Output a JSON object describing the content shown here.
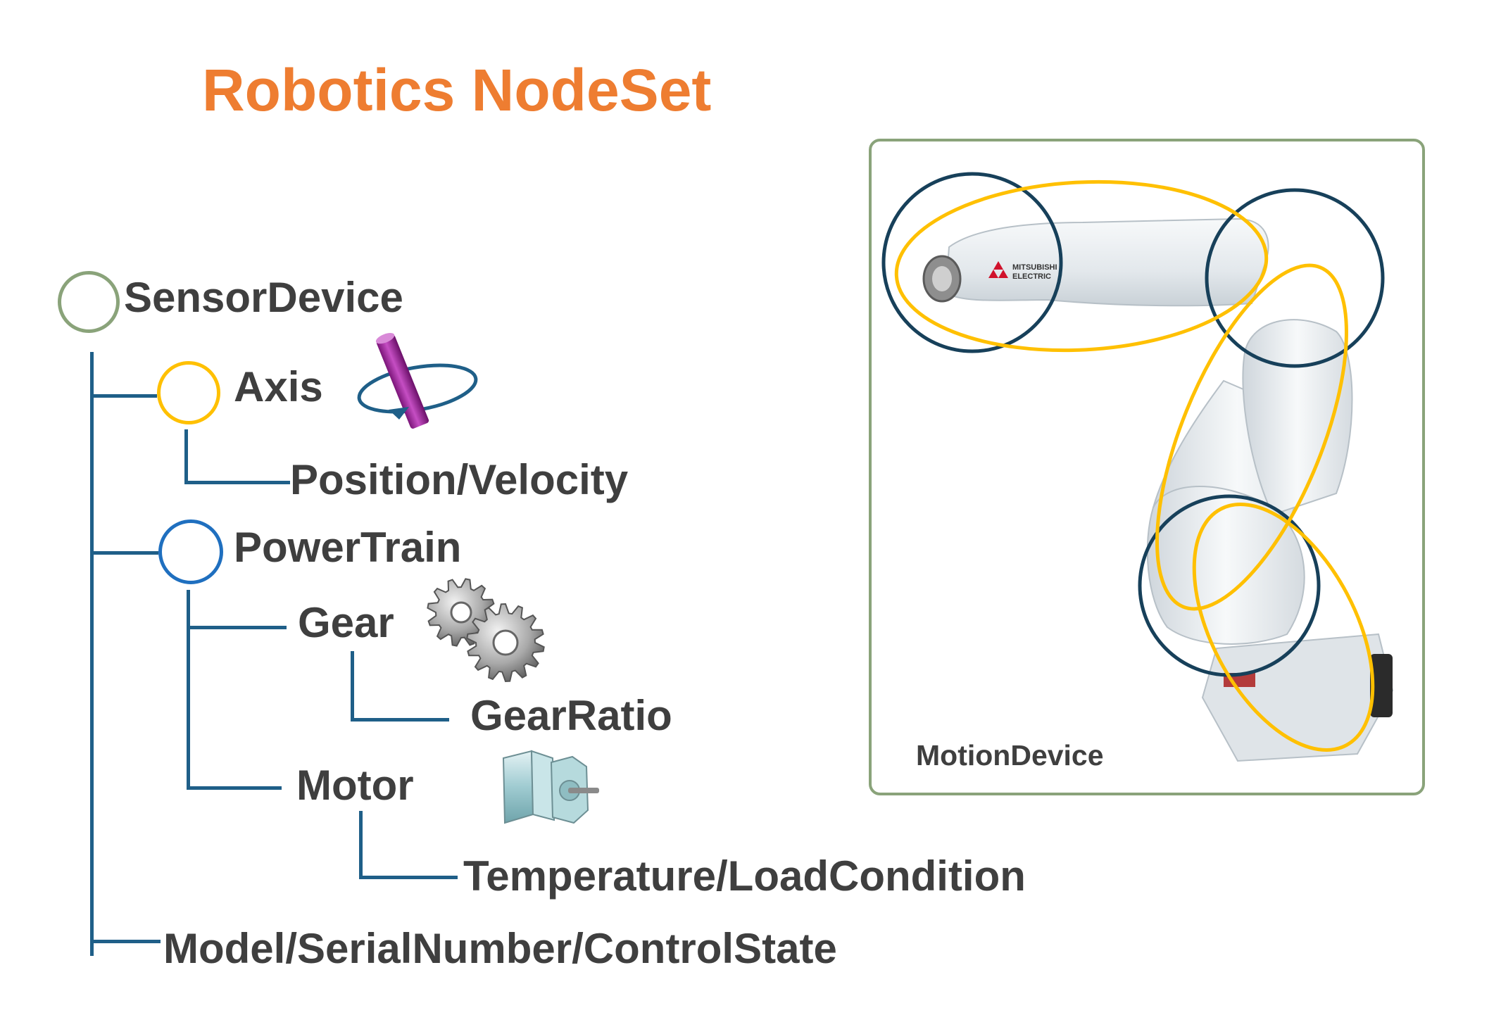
{
  "title": "Robotics NodeSet",
  "colors": {
    "title": "#ee7d31",
    "text": "#3f3f3f",
    "tree_line": "#1f5f88",
    "sensor_node": "#8aa37a",
    "axis_node": "#ffc000",
    "powertrain_node": "#1f6fbf",
    "joint_circle": "#17405a",
    "link_ellipse": "#ffc000",
    "panel_border": "#8aa37a"
  },
  "tree": {
    "sensor_device": "SensorDevice",
    "axis": "Axis",
    "position_velocity": "Position/Velocity",
    "power_train": "PowerTrain",
    "gear": "Gear",
    "gear_ratio": "GearRatio",
    "motor": "Motor",
    "temperature_load": "Temperature/LoadCondition",
    "model_serial_state": "Model/SerialNumber/ControlState"
  },
  "panel": {
    "label": "MotionDevice",
    "brand_mark": "MITSUBISHI ELECTRIC"
  },
  "icons": {
    "axis": "rotating-axis-icon",
    "gear": "gears-icon",
    "motor": "motor-icon",
    "robot": "industrial-robot-arm-image"
  }
}
